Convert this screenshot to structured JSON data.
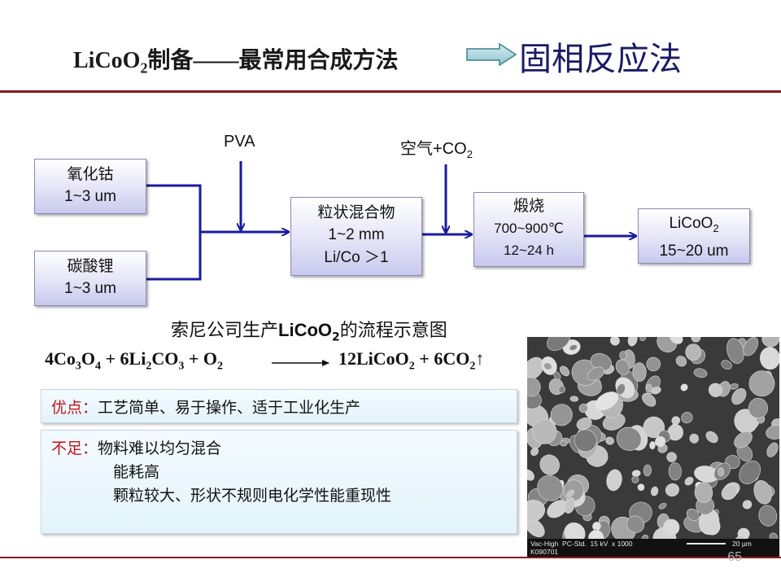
{
  "title": {
    "formula_main": "LiCoO",
    "formula_sub": "2",
    "rest": "制备——最常用合成方法",
    "result": "固相反应法"
  },
  "flow": {
    "box1": {
      "name": "氧化钴",
      "size": "1~3 um"
    },
    "box2": {
      "name": "碳酸锂",
      "size": "1~3 um"
    },
    "pva": "PVA",
    "air": {
      "text": "空气+CO",
      "sub": "2"
    },
    "box3": {
      "name": "粒状混合物",
      "size": "1~2 mm",
      "ratio": "Li/Co ＞1"
    },
    "box4": {
      "name": "煅烧",
      "temp": "700~900℃",
      "time": "12~24 h"
    },
    "box5": {
      "formula": "LiCoO",
      "sub": "2",
      "size": "15~20 um"
    }
  },
  "caption": {
    "pre": "索尼公司生产",
    "formula": "LiCoO",
    "sub": "2",
    "post": "的流程示意图"
  },
  "equation": {
    "lhs_parts": [
      "4Co",
      "3",
      "O",
      "4",
      " + 6Li",
      "2",
      "CO",
      "3",
      " + O",
      "2"
    ],
    "rhs_parts": [
      "12LiCoO",
      "2",
      " + 6CO",
      "2",
      "↑"
    ]
  },
  "advantages": {
    "label": "优点：",
    "text": "工艺简单、易于操作、适于工业化生产"
  },
  "disadvantages": {
    "label": "不足：",
    "items": [
      "物料难以均匀混合",
      "能耗高",
      "颗粒较大、形状不规则电化学性能重现性"
    ]
  },
  "sem": {
    "info1": "Vac-High  PC-Std.  15 kV  x 1000",
    "scale": "20 µm",
    "info2": "K090701"
  },
  "page_number": "65",
  "colors": {
    "accent_red": "#8b1a1a",
    "flow_blue": "#1a1aa0",
    "title_blue": "#1a1a66",
    "highlight_red": "#c0141a"
  }
}
